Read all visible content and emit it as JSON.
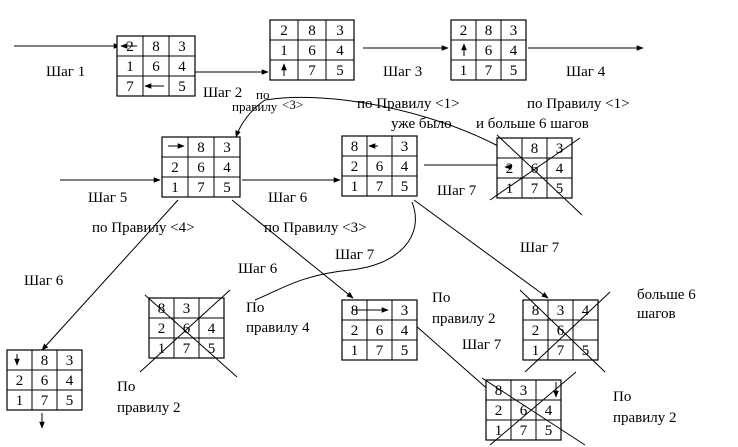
{
  "steps": {
    "s1": "Шаг 1",
    "s2": "Шаг 2",
    "s3": "Шаг 3",
    "s4": "Шаг 4",
    "s5": "Шаг 5",
    "s6a": "Шаг 6",
    "s6b": "Шаг 6",
    "s6c": "Шаг 6",
    "s7a": "Шаг 7",
    "s7b": "Шаг 7",
    "s7c": "Шаг 7",
    "s7d": "Шаг 7"
  },
  "rules": {
    "po": "по",
    "pravilu": "правилу",
    "r3top": "<3>",
    "rule1a": "по Правилу  <1>",
    "rule1b": "по Правилу  <1>",
    "already": "уже было",
    "more6": "и больше 6 шагов",
    "rule4": "по Правилу  <4>",
    "rule3": "по Правилу  <3>",
    "byRule4a": "По",
    "byRule4b": "правилу 4",
    "byRule2a": "По",
    "byRule2b": "правилу 2",
    "byRule2c": "По",
    "byRule2d": "правилу 2",
    "byRule2e": "По",
    "byRule2f": "правилу 2",
    "more6b1": "больше 6",
    "more6b2": "шагов"
  },
  "grids": [
    {
      "id": "g1",
      "cells": [
        "2",
        "8",
        "3",
        "1",
        "6",
        "4",
        "7",
        "",
        "5"
      ]
    },
    {
      "id": "g2",
      "cells": [
        "2",
        "8",
        "3",
        "1",
        "6",
        "4",
        "",
        "7",
        "5"
      ]
    },
    {
      "id": "g3",
      "cells": [
        "2",
        "8",
        "3",
        "",
        "6",
        "4",
        "1",
        "7",
        "5"
      ]
    },
    {
      "id": "g4",
      "cells": [
        "",
        "8",
        "3",
        "2",
        "6",
        "4",
        "1",
        "7",
        "5"
      ]
    },
    {
      "id": "g5",
      "cells": [
        "8",
        "",
        "3",
        "2",
        "6",
        "4",
        "1",
        "7",
        "5"
      ]
    },
    {
      "id": "g6",
      "cells": [
        "",
        "8",
        "3",
        "2",
        "6",
        "4",
        "1",
        "7",
        "5"
      ]
    },
    {
      "id": "g7",
      "cells": [
        "8",
        "3",
        "",
        "2",
        "6",
        "4",
        "1",
        "7",
        "5"
      ]
    },
    {
      "id": "g8",
      "cells": [
        "8",
        "",
        "3",
        "2",
        "6",
        "4",
        "1",
        "7",
        "5"
      ]
    },
    {
      "id": "g9",
      "cells": [
        "8",
        "3",
        "4",
        "2",
        "6",
        "",
        "1",
        "7",
        "5"
      ]
    },
    {
      "id": "g10",
      "cells": [
        "",
        "8",
        "3",
        "2",
        "6",
        "4",
        "1",
        "7",
        "5"
      ]
    },
    {
      "id": "g11",
      "cells": [
        "8",
        "3",
        "",
        "2",
        "6",
        "4",
        "1",
        "7",
        "5"
      ]
    }
  ]
}
